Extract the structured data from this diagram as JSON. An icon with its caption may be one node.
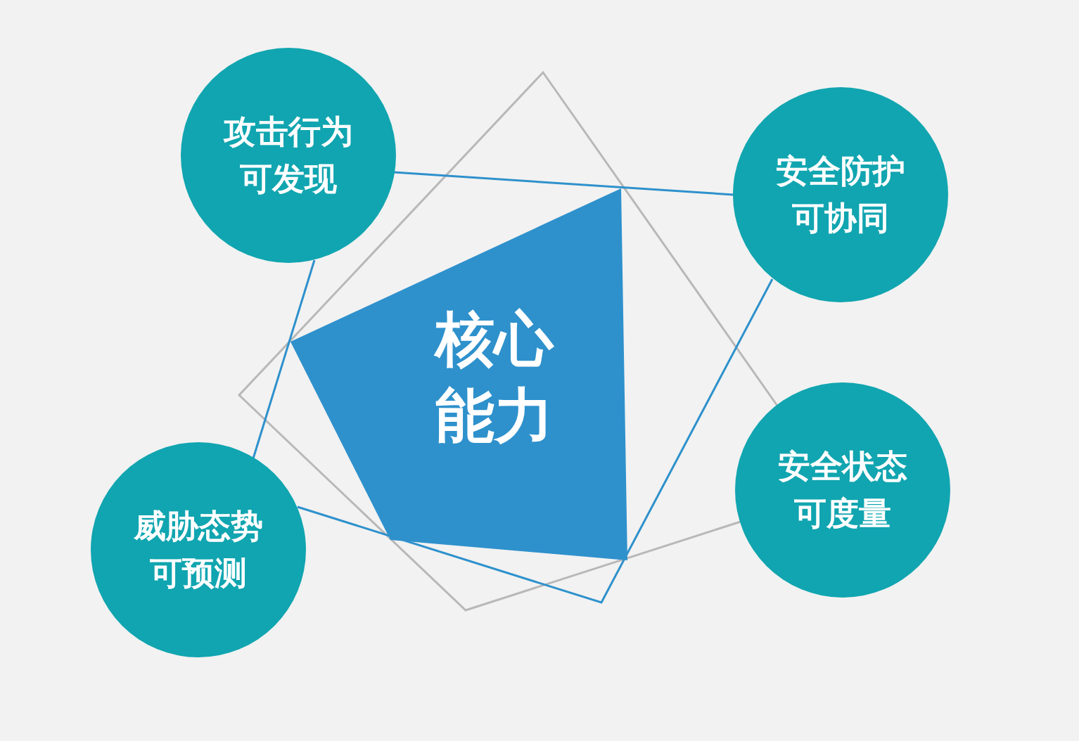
{
  "diagram": {
    "nodes": [
      {
        "text": [
          "核心能力"
        ]
      },
      {
        "text": [
          "攻击行为可发现"
        ]
      },
      {
        "text": [
          "安全防护可协同"
        ]
      },
      {
        "text": [
          "威胁态势可预测"
        ]
      },
      {
        "text": [
          "安全状态可度量"
        ]
      }
    ],
    "edges": [
      {
        "from": 1,
        "to": 2,
        "arrow": "none"
      },
      {
        "from": 1,
        "to": 3,
        "arrow": "none"
      },
      {
        "from": 2,
        "to": 3,
        "arrow": "none"
      }
    ]
  }
}
